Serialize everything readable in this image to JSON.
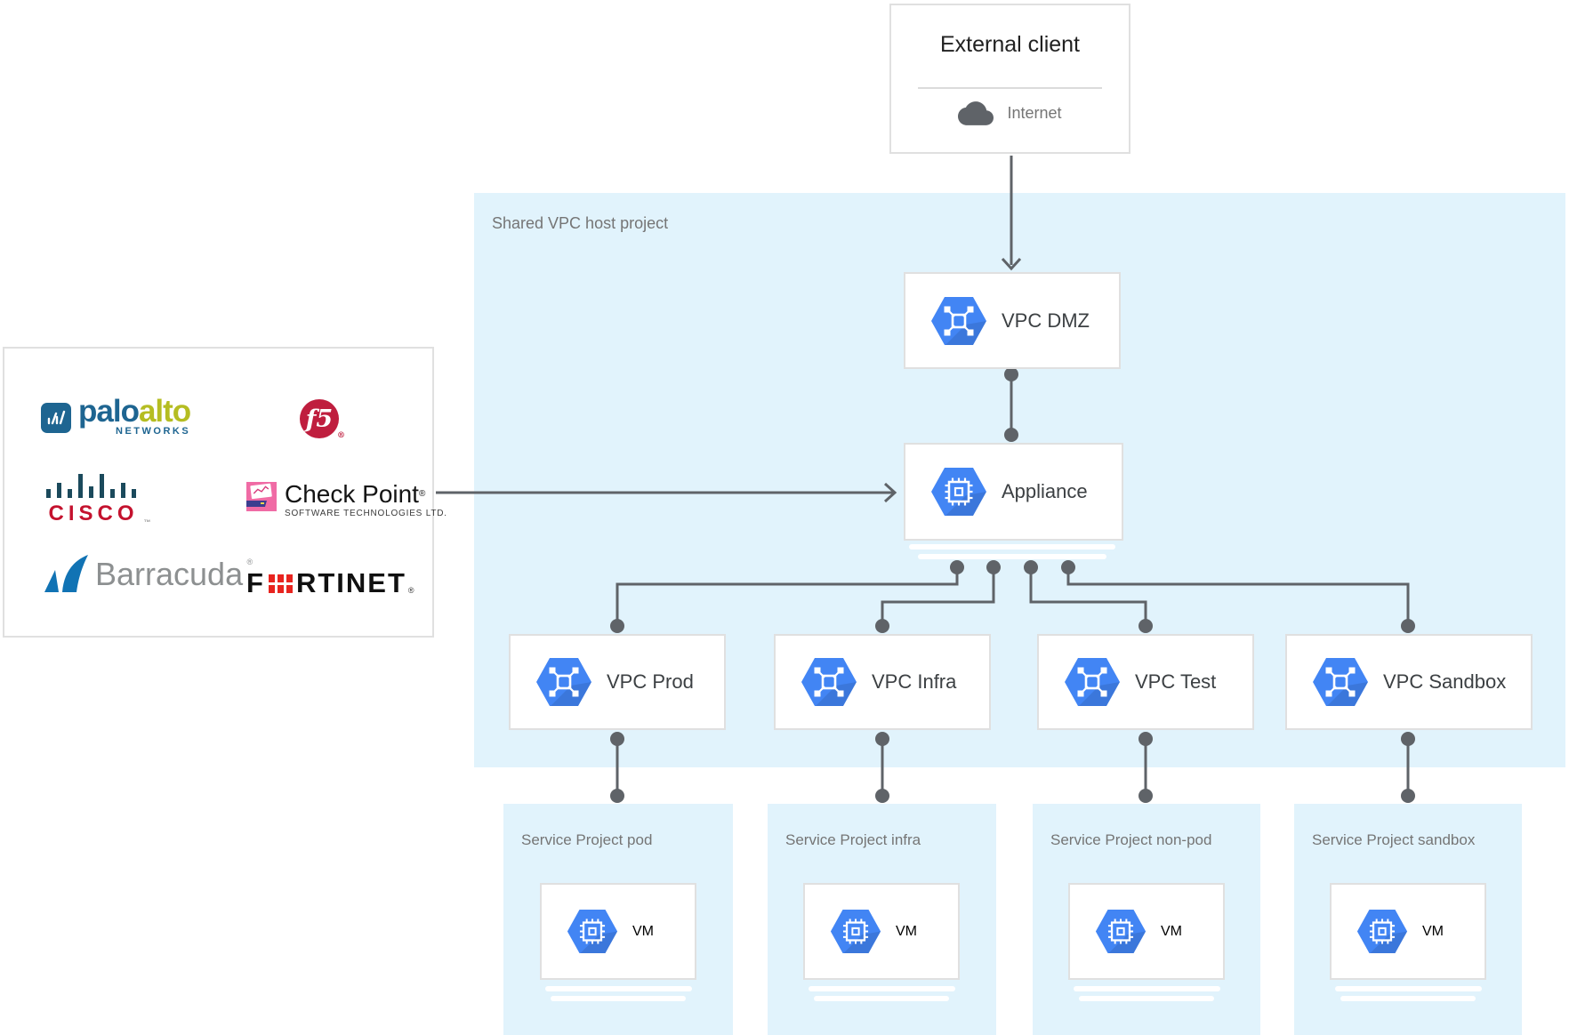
{
  "external_client": {
    "title": "External client",
    "network_label": "Internet",
    "icon": "cloud-icon"
  },
  "host_project": {
    "label": "Shared VPC host project",
    "bg_color": "#e1f3fc"
  },
  "nodes": {
    "vpc_dmz": {
      "label": "VPC DMZ",
      "icon": "vpc-network-hexagon-icon"
    },
    "appliance": {
      "label": "Appliance",
      "icon": "compute-chip-hexagon-icon"
    },
    "vpc_prod": {
      "label": "VPC Prod",
      "icon": "vpc-network-hexagon-icon"
    },
    "vpc_infra": {
      "label": "VPC Infra",
      "icon": "vpc-network-hexagon-icon"
    },
    "vpc_test": {
      "label": "VPC Test",
      "icon": "vpc-network-hexagon-icon"
    },
    "vpc_sandbox": {
      "label": "VPC Sandbox",
      "icon": "vpc-network-hexagon-icon"
    }
  },
  "service_projects": [
    {
      "label": "Service Project pod",
      "vm_label": "VM"
    },
    {
      "label": "Service Project infra",
      "vm_label": "VM"
    },
    {
      "label": "Service Project non-pod",
      "vm_label": "VM"
    },
    {
      "label": "Service Project sandbox",
      "vm_label": "VM"
    }
  ],
  "vendors": {
    "paloalto": {
      "word1": "palo",
      "word2": "alto",
      "subtext": "NETWORKS"
    },
    "f5": {
      "word": "f5",
      "reg": "®"
    },
    "cisco": {
      "word": "CISCO",
      "tm": "™"
    },
    "checkpoint": {
      "word": "Check Point",
      "reg": "®",
      "subtext": "SOFTWARE TECHNOLOGIES LTD."
    },
    "barracuda": {
      "word": "Barracuda",
      "reg": "®"
    },
    "fortinet": {
      "word1": "F",
      "word2": "RTINET",
      "reg": "®"
    }
  },
  "colors": {
    "region_blue": "#e1f3fc",
    "hexagon_blue": "#4285f4",
    "hexagon_shadow": "#2f6bd8",
    "wire_gray": "#5f6368",
    "border_gray": "#e0e0e0",
    "node_text": "#3c4043",
    "muted_text": "#757575",
    "paloalto_blue": "#1e6591",
    "paloalto_green": "#b5bd22",
    "f5_red": "#bf1e3e",
    "cisco_bars": "#1b4a5c",
    "cisco_red": "#c4122e",
    "checkpoint_pink": "#f06ba5",
    "barracuda_blue": "#1173b4",
    "barracuda_gray": "#8d9091",
    "fortinet_red": "#e8241f"
  }
}
